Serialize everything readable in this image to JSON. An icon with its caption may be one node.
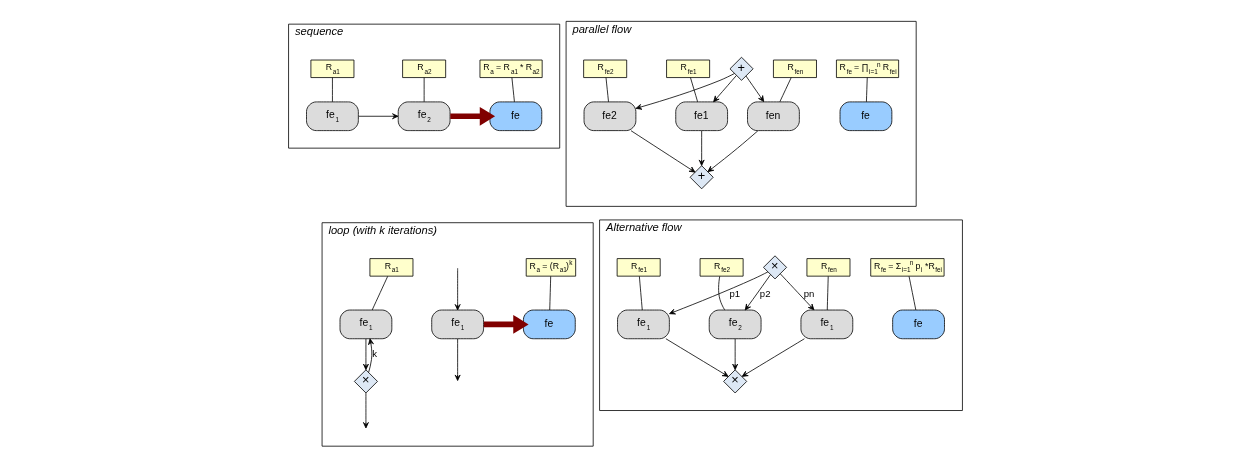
{
  "diagram": {
    "nodes": [
      {
        "text": [
          "sequence"
        ]
      },
      {
        "text": [
          "fe$_{1}$"
        ],
        "in": 0
      },
      {
        "text": [
          "R$_{a1}$"
        ],
        "in": 0
      },
      {
        "text": [
          "fe$_{2}$"
        ],
        "in": 0
      },
      {
        "text": [
          "R$_{a2}$"
        ],
        "in": 0
      },
      {
        "text": [
          "fe"
        ],
        "in": 0
      },
      {
        "text": [
          "R$_{a}$ = R$_{a1}$ * R$_{a2}$"
        ],
        "in": 0
      },
      {
        "text": [
          "parallel flow"
        ]
      },
      {
        "text": [
          "+"
        ],
        "in": 7
      },
      {
        "text": [
          "R$_{fe1}$"
        ],
        "in": 7
      },
      {
        "text": [
          "fe1"
        ],
        "in": 7
      },
      {
        "text": [
          "R$_{fe2}$"
        ],
        "in": 7
      },
      {
        "text": [
          "fe2"
        ],
        "in": 7
      },
      {
        "text": [
          "R$_{fen}$"
        ],
        "in": 7
      },
      {
        "text": [
          "fen"
        ],
        "in": 7
      },
      {
        "text": [
          "+"
        ],
        "in": 7
      },
      {
        "text": [
          "fe"
        ],
        "in": 7
      },
      {
        "text": [
          "R$_{fe}$ = ∏$_{i=1}$$^{n}$ R$_{fei}$"
        ],
        "in": 7
      },
      {
        "text": [
          "loop (with k iterations)"
        ]
      },
      {
        "text": [
          "R$_{a1}$"
        ],
        "in": 18
      },
      {
        "text": [
          "fe$_{1}$"
        ],
        "in": 18
      },
      {
        "text": [
          "×"
        ],
        "in": 18
      },
      {
        "text": [
          "fe$_{1}$"
        ],
        "in": 18
      },
      {
        "text": [
          "fe"
        ],
        "in": 18
      },
      {
        "text": [
          "R$_{a}$ = (R$_{a1}$)$^{k}$"
        ],
        "in": 18
      },
      {
        "text": [
          "Alternative flow"
        ]
      },
      {
        "text": [
          "×"
        ],
        "in": 25
      },
      {
        "text": [
          "R$_{fe1}$"
        ],
        "in": 25
      },
      {
        "text": [
          "fe$_{1}$"
        ],
        "in": 25
      },
      {
        "text": [
          "R$_{fe2}$"
        ],
        "in": 25
      },
      {
        "text": [
          "fe$_{2}$"
        ],
        "in": 25
      },
      {
        "text": [
          "R$_{fen}$"
        ],
        "in": 25
      },
      {
        "text": [
          "fe$_{1}$"
        ],
        "in": 25
      },
      {
        "text": [
          "×"
        ],
        "in": 25
      },
      {
        "text": [
          "fe"
        ],
        "in": 25
      },
      {
        "text": [
          "R$_{fe}$ = Σ$_{i=1}$$^{n}$ p$_{i}$ *R$_{fei}$"
        ],
        "in": 25
      }
    ],
    "edges": [
      {
        "from": 2,
        "to": 1,
        "arrow": "none"
      },
      {
        "from": 4,
        "to": 3,
        "arrow": "none"
      },
      {
        "from": 1,
        "to": 3,
        "arrow": "to"
      },
      {
        "from": 3,
        "to": 5,
        "arrow": "to",
        "style": "thick",
        "color": "#800000"
      },
      {
        "from": 6,
        "to": 5,
        "arrow": "none"
      },
      {
        "from": 8,
        "to": 10,
        "arrow": "to"
      },
      {
        "from": 8,
        "to": 12,
        "arrow": "to"
      },
      {
        "from": 8,
        "to": 14,
        "arrow": "to"
      },
      {
        "from": 9,
        "to": 10,
        "arrow": "none"
      },
      {
        "from": 11,
        "to": 12,
        "arrow": "none"
      },
      {
        "from": 13,
        "to": 14,
        "arrow": "none"
      },
      {
        "from": 10,
        "to": 15,
        "arrow": "to"
      },
      {
        "from": 12,
        "to": 15,
        "arrow": "to"
      },
      {
        "from": 14,
        "to": 15,
        "arrow": "to"
      },
      {
        "from": 17,
        "to": 16,
        "arrow": "none"
      },
      {
        "from": 19,
        "to": 20,
        "arrow": "none"
      },
      {
        "from": 20,
        "to": 21,
        "arrow": "to"
      },
      {
        "from": 21,
        "to": 20,
        "arrow": "to",
        "label": "k"
      },
      {
        "from": 21,
        "to": null,
        "arrow": "to"
      },
      {
        "from": null,
        "to": 22,
        "arrow": "to"
      },
      {
        "from": 22,
        "to": null,
        "arrow": "to"
      },
      {
        "from": 22,
        "to": 23,
        "arrow": "to",
        "style": "thick",
        "color": "#800000"
      },
      {
        "from": 24,
        "to": 23,
        "arrow": "none"
      },
      {
        "from": 26,
        "to": 28,
        "arrow": "to",
        "label": "p1"
      },
      {
        "from": 26,
        "to": 30,
        "arrow": "to",
        "label": "p2"
      },
      {
        "from": 26,
        "to": 32,
        "arrow": "to",
        "label": "pn"
      },
      {
        "from": 27,
        "to": 28,
        "arrow": "none"
      },
      {
        "from": 29,
        "to": 30,
        "arrow": "none"
      },
      {
        "from": 31,
        "to": 32,
        "arrow": "none"
      },
      {
        "from": 28,
        "to": 33,
        "arrow": "to"
      },
      {
        "from": 30,
        "to": 33,
        "arrow": "to"
      },
      {
        "from": 32,
        "to": 33,
        "arrow": "to"
      },
      {
        "from": 35,
        "to": 34,
        "arrow": "none"
      }
    ]
  }
}
